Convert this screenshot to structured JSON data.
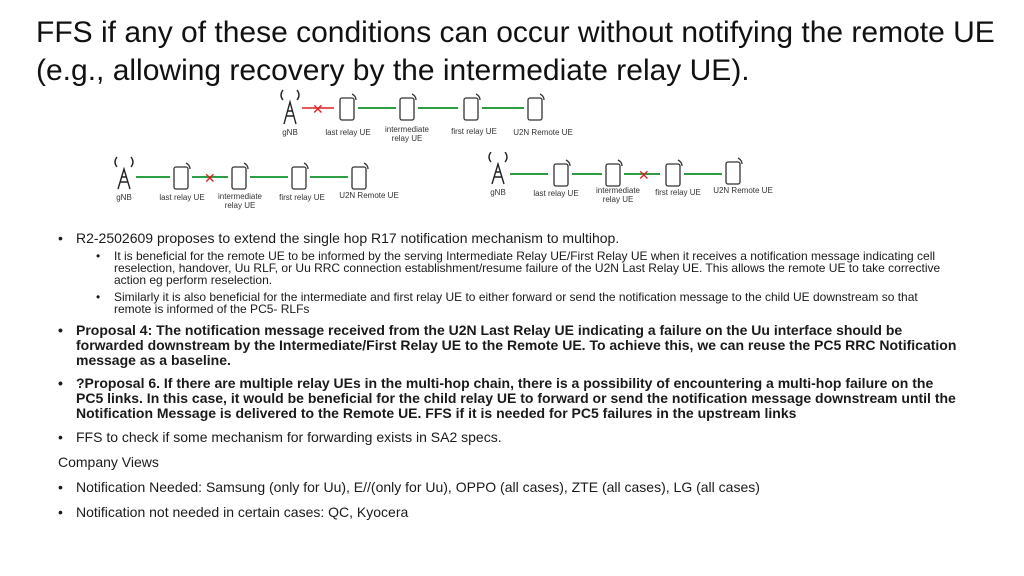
{
  "slide": {
    "title": "FFS if any of these conditions can occur without notifying the remote UE (e.g., allowing recovery by the intermediate relay UE)."
  },
  "diagrams": {
    "top": {
      "labels": [
        "gNB",
        "last relay UE",
        "intermediate relay UE",
        "first relay UE",
        "U2N Remote UE"
      ]
    },
    "left": {
      "labels": [
        "gNB",
        "last relay UE",
        "intermediate relay UE",
        "first relay UE",
        "U2N Remote UE"
      ]
    },
    "right": {
      "labels": [
        "gNB",
        "last relay UE",
        "intermediate relay UE",
        "first relay UE",
        "U2N Remote UE"
      ]
    },
    "colors": {
      "link": "#2e9e44",
      "failure": "#e02020",
      "tower": "#222222"
    }
  },
  "content": {
    "bullet1": "R2-2502609 proposes to extend the single hop R17 notification mechanism to multihop.",
    "sub1": "It is beneficial for the remote UE to be informed by the serving Intermediate Relay UE/First Relay UE when it receives a notification message indicating cell reselection, handover, Uu RLF, or Uu RRC connection establishment/resume failure of the U2N Last Relay UE. This allows the remote UE to take corrective action eg perform reselection.",
    "sub2": "Similarly it is also beneficial for the intermediate and first relay UE to either forward or send the notification message to the child UE downstream so that remote is informed of the PC5- RLFs",
    "proposal4": "Proposal 4: The notification message received from the U2N Last Relay UE indicating a failure on the Uu interface should be forwarded downstream by the Intermediate/First Relay UE to the Remote UE. To achieve this, we can reuse the PC5 RRC Notification message as a baseline.",
    "proposal6": "?Proposal 6. If there are multiple relay UEs in the multi-hop chain, there is a possibility of encountering a multi-hop failure on the PC5 links. In this case, it would be beneficial for the child relay UE to forward or send the notification message downstream until the Notification Message is delivered to the Remote UE. FFS if it is needed for PC5 failures in the upstream links",
    "ffs": "FFS to check if some mechanism for forwarding exists in SA2 specs.",
    "company_views": "Company Views",
    "needed": "Notification Needed: Samsung (only for Uu), E//(only for Uu), OPPO (all cases), ZTE (all cases), LG (all cases)",
    "not_needed": "Notification not needed in certain cases: QC, Kyocera"
  }
}
